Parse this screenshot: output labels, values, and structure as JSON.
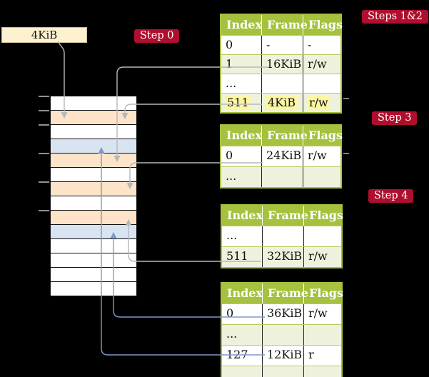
{
  "pointer_box": {
    "label": "4KiB"
  },
  "badges": [
    {
      "id": "step0",
      "label": "Step 0"
    },
    {
      "id": "steps12",
      "label": "Steps 1&2"
    },
    {
      "id": "step3",
      "label": "Step 3"
    },
    {
      "id": "step4",
      "label": "Step 4"
    }
  ],
  "tables": [
    {
      "headers": [
        "Index",
        "Frame",
        "Flags"
      ],
      "rows": [
        {
          "cells": [
            "0",
            "-",
            "-"
          ],
          "shade": false,
          "highlight": false
        },
        {
          "cells": [
            "1",
            "16KiB",
            "r/w"
          ],
          "shade": true,
          "highlight": false
        },
        {
          "cells": [
            "...",
            "",
            ""
          ],
          "shade": false,
          "highlight": false
        },
        {
          "cells": [
            "511",
            "4KiB",
            "r/w"
          ],
          "shade": true,
          "highlight": true
        }
      ]
    },
    {
      "headers": [
        "Index",
        "Frame",
        "Flags"
      ],
      "rows": [
        {
          "cells": [
            "0",
            "24KiB",
            "r/w"
          ],
          "shade": false,
          "highlight": false
        },
        {
          "cells": [
            "...",
            "",
            ""
          ],
          "shade": true,
          "highlight": false
        }
      ]
    },
    {
      "headers": [
        "Index",
        "Frame",
        "Flags"
      ],
      "rows": [
        {
          "cells": [
            "...",
            "",
            ""
          ],
          "shade": false,
          "highlight": false
        },
        {
          "cells": [
            "511",
            "32KiB",
            "r/w"
          ],
          "shade": true,
          "highlight": false
        }
      ]
    },
    {
      "headers": [
        "Index",
        "Frame",
        "Flags"
      ],
      "rows": [
        {
          "cells": [
            "0",
            "36KiB",
            "r/w"
          ],
          "shade": false,
          "highlight": false
        },
        {
          "cells": [
            "...",
            "",
            ""
          ],
          "shade": true,
          "highlight": false
        },
        {
          "cells": [
            "127",
            "12KiB",
            "r"
          ],
          "shade": false,
          "highlight": false
        },
        {
          "cells": [
            "...",
            "",
            ""
          ],
          "shade": true,
          "highlight": false
        }
      ]
    }
  ],
  "memory": {
    "rows": [
      {
        "type": "free"
      },
      {
        "type": "table"
      },
      {
        "type": "free"
      },
      {
        "type": "data"
      },
      {
        "type": "table"
      },
      {
        "type": "free"
      },
      {
        "type": "table"
      },
      {
        "type": "free"
      },
      {
        "type": "table"
      },
      {
        "type": "data"
      },
      {
        "type": "free"
      },
      {
        "type": "free"
      },
      {
        "type": "free"
      },
      {
        "type": "free"
      }
    ],
    "ticks_at_rows": [
      0,
      1,
      2,
      4,
      6,
      8
    ]
  },
  "colors": {
    "accent_red": "#b00e2e",
    "table_head": "#a5c13e",
    "row_shade": "#eef2dd",
    "highlight": "#fdf6a3",
    "page_table_frame": "#fde3c8",
    "data_page_frame": "#d8e4f2",
    "free_frame": "#ffffff",
    "pointer_box_bg": "#fdf2cf",
    "gray_line": "#b4b8bc",
    "blue_line": "#7e99c8"
  }
}
